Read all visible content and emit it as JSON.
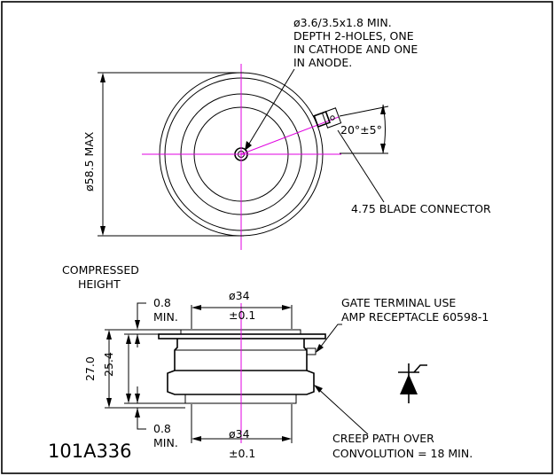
{
  "labels": {
    "hole_spec": [
      "ø3.6/3.5x1.8 MIN.",
      "DEPTH 2-HOLES, ONE",
      "IN CATHODE AND ONE",
      "IN ANODE."
    ],
    "diameter_max": "ø58.5 MAX",
    "angle": "20°±5°",
    "blade_connector": "4.75 BLADE CONNECTOR",
    "compressed_height": [
      "COMPRESSED",
      "HEIGHT"
    ],
    "top_clearance": [
      "0.8",
      "MIN."
    ],
    "top_diameter": [
      "ø34",
      "±0.1"
    ],
    "gate_terminal": [
      "GATE TERMINAL USE",
      "AMP RECEPTACLE 60598-1"
    ],
    "height_total": "27.0",
    "height_body": "25.4",
    "bottom_clearance": [
      "0.8",
      "MIN."
    ],
    "bottom_diameter": [
      "ø34",
      "±0.1"
    ],
    "creep_path": [
      "CREEP PATH OVER",
      "CONVOLUTION = 18 MIN."
    ],
    "part_number": "101A336"
  },
  "symbol": "thyristor-symbol",
  "colors": {
    "line": "#000000",
    "centerline": "#e000e0",
    "background": "#ffffff"
  }
}
